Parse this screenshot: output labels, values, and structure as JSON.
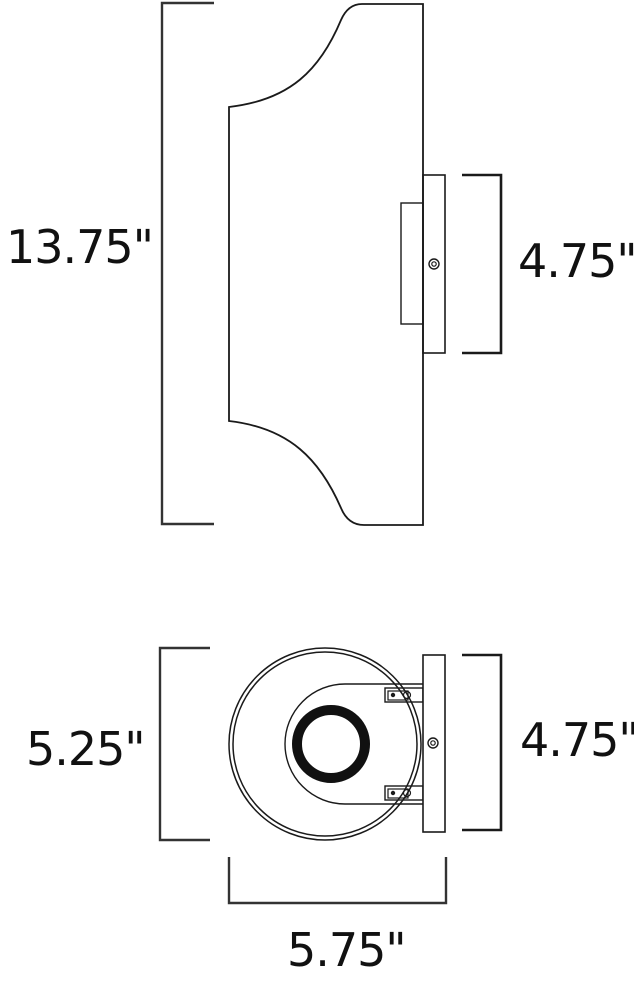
{
  "diagram": {
    "type": "dimension-drawing",
    "subject": "wall sconce",
    "line_color": "#1a1a1a",
    "background": "#ffffff",
    "views": [
      {
        "name": "side-view",
        "dimensions": {
          "height": "13.75\"",
          "backplate_height": "4.75\""
        }
      },
      {
        "name": "top-view",
        "dimensions": {
          "depth": "5.25\"",
          "backplate_height": "4.75\"",
          "width": "5.75\""
        }
      }
    ]
  },
  "labels": {
    "side_height": "13.75\"",
    "side_backplate": "4.75\"",
    "top_depth": "5.25\"",
    "top_backplate": "4.75\"",
    "top_width": "5.75\""
  }
}
